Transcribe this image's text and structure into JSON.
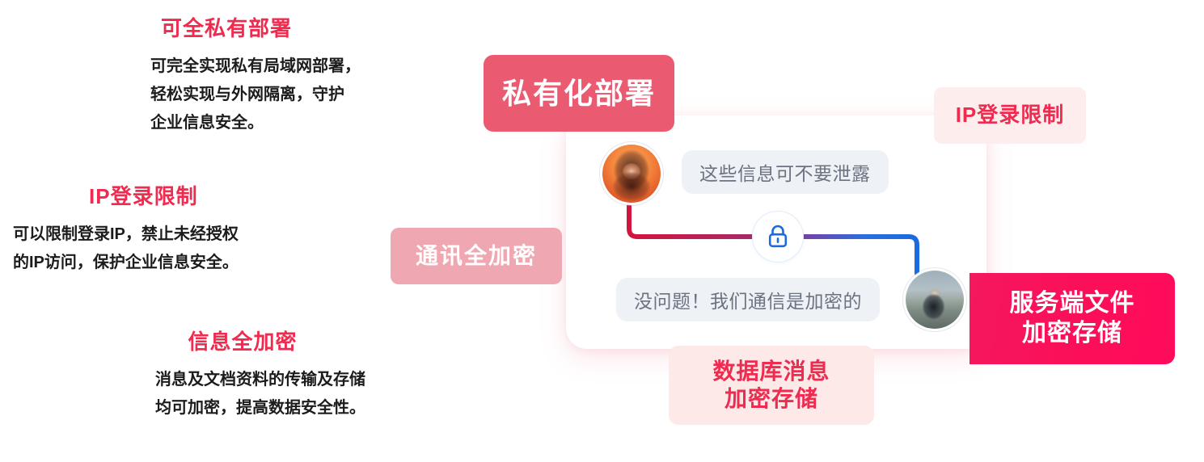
{
  "features": [
    {
      "id": "private-deploy",
      "title": "可全私有部署",
      "lines": [
        "可完全实现私有局域网部署，",
        "轻松实现与外网隔离，守护",
        "企业信息安全。"
      ]
    },
    {
      "id": "ip-restriction",
      "title": "IP登录限制",
      "lines": [
        "可以限制登录IP，禁止未经授权",
        "的IP访问，保护企业信息安全。"
      ]
    },
    {
      "id": "full-encryption",
      "title": "信息全加密",
      "lines": [
        "消息及文档资料的传输及存储",
        "均可加密，提高数据安全性。"
      ]
    }
  ],
  "illustration": {
    "messages": [
      {
        "id": "user-message",
        "text": "这些信息可不要泄露",
        "sender": "user"
      },
      {
        "id": "peer-message",
        "text": "没问题！我们通信是加密的",
        "sender": "peer"
      }
    ],
    "lock_icon": "lock-icon",
    "avatars": [
      {
        "id": "user-avatar",
        "name": "avatar-user"
      },
      {
        "id": "peer-avatar",
        "name": "avatar-peer"
      }
    ],
    "connector": {
      "left_color": "#d3143f",
      "right_color": "#1a6ae0",
      "mid_color": "#8b3b9c"
    }
  },
  "badges": [
    {
      "id": "private-deployment",
      "lines": [
        "私有化部署"
      ],
      "bg": "#ea5b71",
      "color": "#ffffff"
    },
    {
      "id": "communication-encryption",
      "lines": [
        "通讯全加密"
      ],
      "bg": "#efa7b1",
      "color": "#ffffff"
    },
    {
      "id": "ip-login-restriction",
      "lines": [
        "IP登录限制"
      ],
      "bg": "#fdeeed",
      "color": "#ef2b50"
    },
    {
      "id": "database-message-encryption",
      "lines": [
        "数据库消息",
        "加密存储"
      ],
      "bg": "#fce9e8",
      "color": "#ef2b50"
    },
    {
      "id": "server-file-encryption",
      "lines": [
        "服务端文件",
        "加密存储"
      ],
      "bg": "#fb0f58",
      "color": "#ffffff"
    }
  ],
  "theme": {
    "accent_red": "#ef2b50",
    "body_text": "#1c1c1c",
    "bubble_bg": "#eef1f5",
    "bubble_text": "#6b7280",
    "card_bg": "#ffffff",
    "page_bg": "#ffffff"
  }
}
